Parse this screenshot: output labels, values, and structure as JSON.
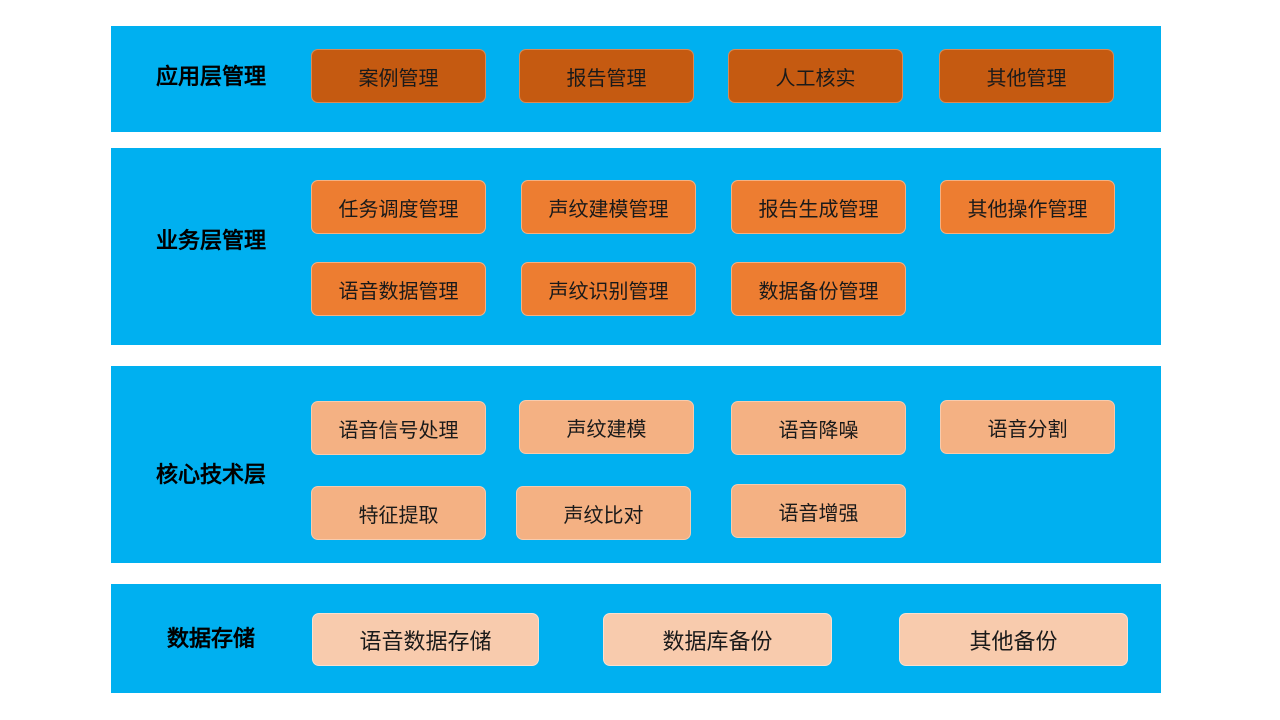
{
  "layers": {
    "app": {
      "title": "应用层管理",
      "items": [
        "案例管理",
        "报告管理",
        "人工核实",
        "其他管理"
      ]
    },
    "business": {
      "title": "业务层管理",
      "items": [
        "任务调度管理",
        "声纹建模管理",
        "报告生成管理",
        "其他操作管理",
        "语音数据管理",
        "声纹识别管理",
        "数据备份管理"
      ]
    },
    "core": {
      "title": "核心技术层",
      "items": [
        "语音信号处理",
        "声纹建模",
        "语音降噪",
        "语音分割",
        "特征提取",
        "声纹比对",
        "语音增强"
      ]
    },
    "storage": {
      "title": "数据存储",
      "items": [
        "语音数据存储",
        "数据库备份",
        "其他备份"
      ]
    }
  },
  "colors": {
    "layer_background": "#00b0f0",
    "app_box": "#c55a11",
    "business_box": "#ed7d31",
    "core_box": "#f4b183",
    "storage_box": "#f8cbad"
  }
}
